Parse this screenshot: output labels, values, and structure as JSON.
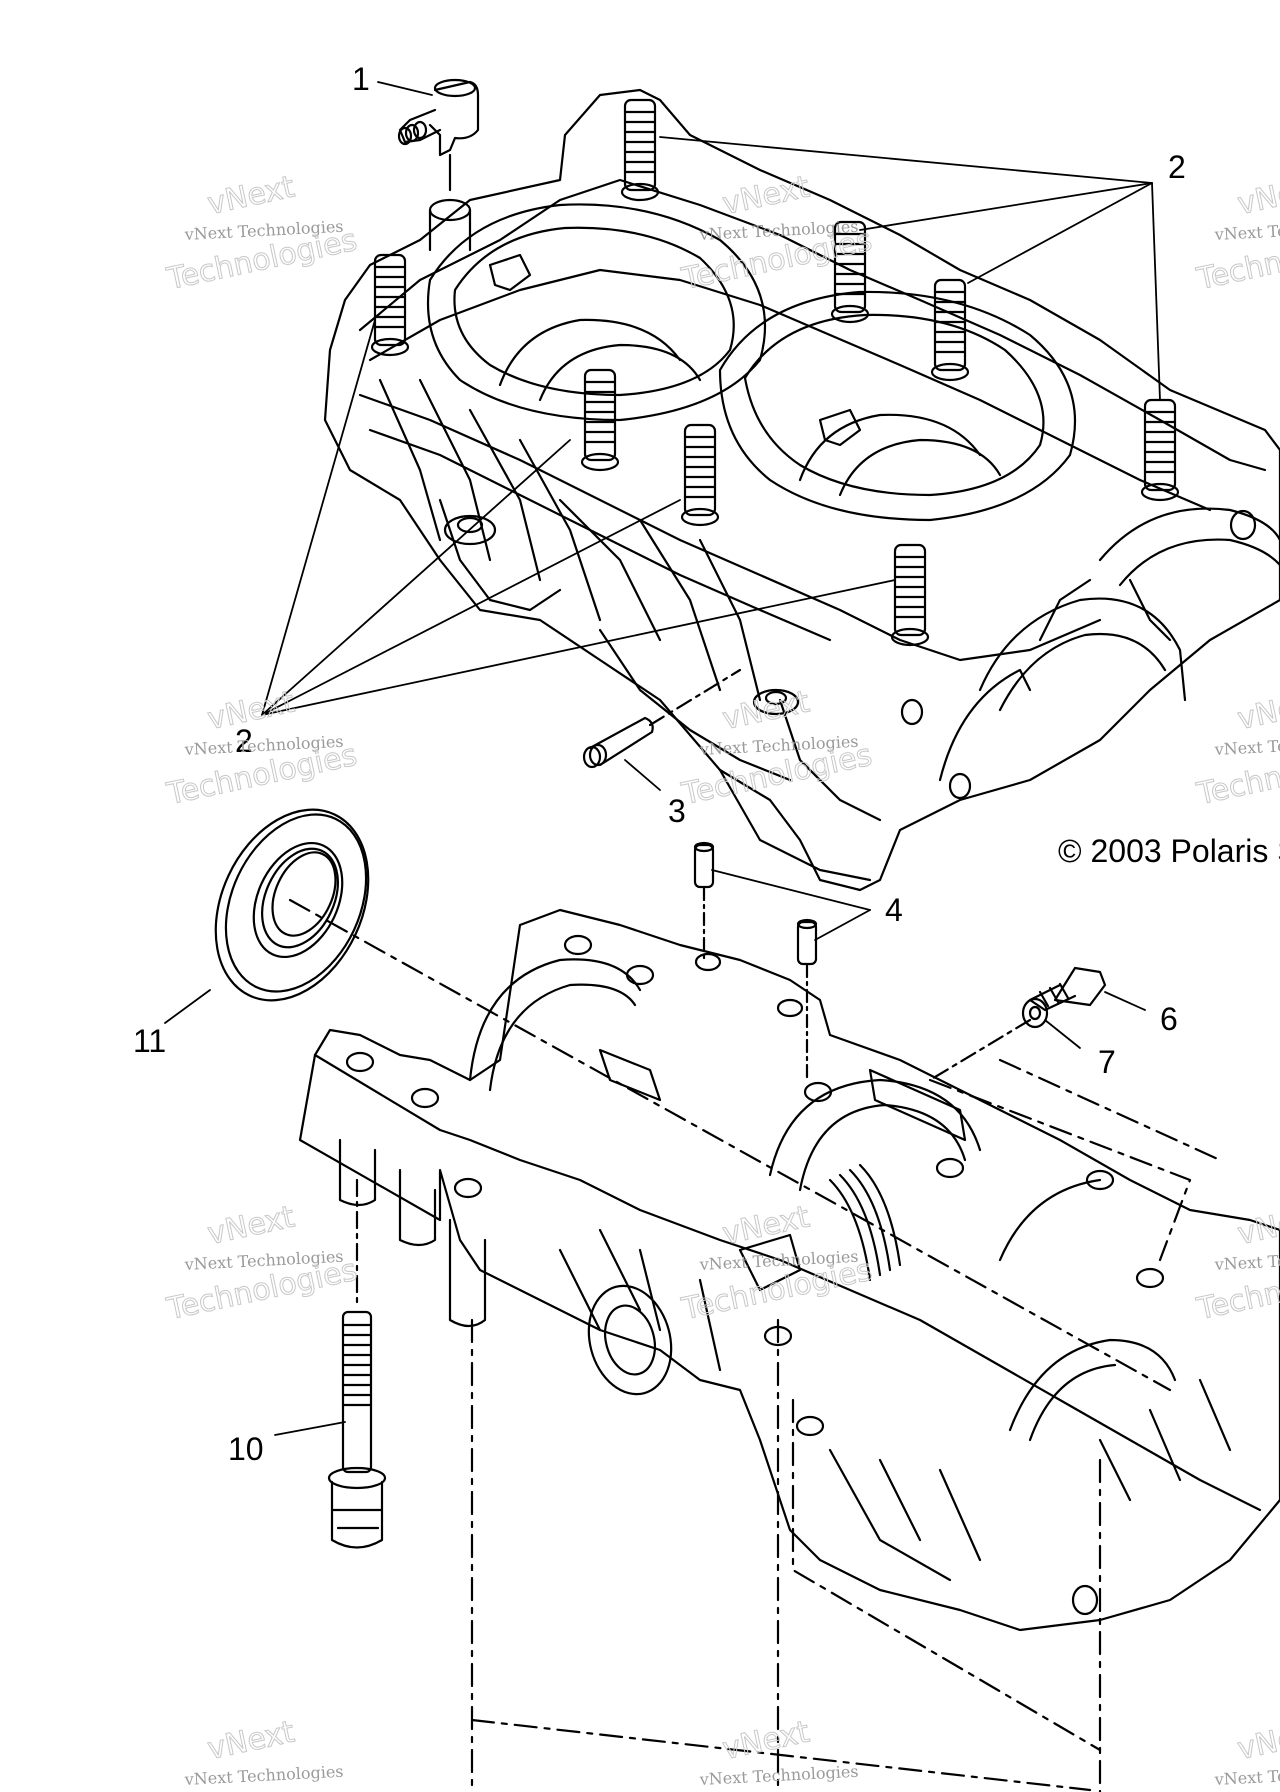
{
  "callouts": {
    "c1": "1",
    "c2a": "2",
    "c2b": "2",
    "c3": "3",
    "c4": "4",
    "c6": "6",
    "c7": "7",
    "c10": "10",
    "c11": "11"
  },
  "copyright": "© 2003 Polaris S",
  "watermark": {
    "line1": "vNext Technologies",
    "line2": "vNext",
    "line3": "Technologies"
  }
}
